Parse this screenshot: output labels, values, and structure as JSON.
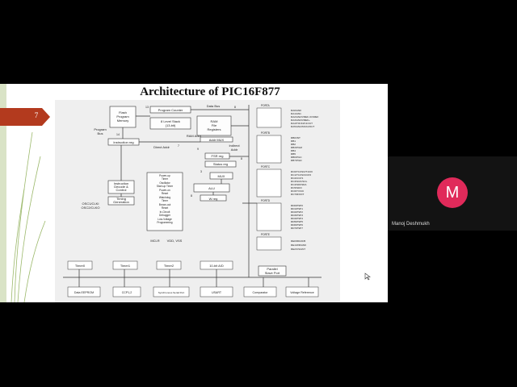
{
  "slide": {
    "number": "7",
    "title": "Architecture of PIC16F877"
  },
  "participant": {
    "initial": "M",
    "name": "Manoj Deshmukh",
    "avatar_color": "#e02a5a"
  },
  "theme": {
    "tab_color": "#b33a1e",
    "strip_color": "#d9e3c6"
  },
  "diagram": {
    "core": {
      "flash": [
        "Flash",
        "Program",
        "Memory"
      ],
      "program_counter": "Program Counter",
      "stack": [
        "8 Level Stack",
        "(13-bit)"
      ],
      "ram": [
        "RAM",
        "File",
        "Registers"
      ],
      "data_bus": "Data Bus",
      "program_bus": [
        "Program",
        "Bus"
      ],
      "instruction_reg": "Instruction reg",
      "direct_addr": "Direct Addr",
      "ram_addr": "RAM Addr",
      "addr_mux": "Addr MUX",
      "indirect_addr": [
        "Indirect",
        "Addr"
      ],
      "fsr_reg": "FSR reg",
      "status_reg": "Status reg",
      "mux": "MUX",
      "alu": "ALU",
      "w_reg": "W reg",
      "instruction_decode": [
        "Instruction",
        "Decode &",
        "Control"
      ],
      "timing_generation": [
        "Timing",
        "Generation"
      ],
      "osc": [
        "OSC1/CLKI",
        "OSC2/CLKO"
      ],
      "timers_block": [
        "Power-up",
        "Timer",
        "Oscillator",
        "Start-up Timer",
        "Power-on",
        "Reset",
        "Watchdog",
        "Timer",
        "Brown-out",
        "Reset",
        "In-Circuit",
        "Debugger",
        "Low-Voltage",
        "Programming"
      ],
      "mclr": "MCLR",
      "vdd_vss": "VDD, VSS",
      "bus_widths": [
        "13",
        "8",
        "14",
        "7",
        "8",
        "3",
        "8",
        "9"
      ]
    },
    "ports": [
      {
        "name": "PORTA",
        "pins": [
          "RA0/AN0",
          "RA1/AN1",
          "RA2/AN2/VREF-/CVREF",
          "RA3/AN3/VREF+",
          "RA4/T0CKI/C1OUT",
          "RA5/AN4/SS/C2OUT"
        ]
      },
      {
        "name": "PORTB",
        "pins": [
          "RB0/INT",
          "RB1",
          "RB2",
          "RB3/PGM",
          "RB4",
          "RB5",
          "RB6/PGC",
          "RB7/PGD"
        ]
      },
      {
        "name": "PORTC",
        "pins": [
          "RC0/T1OSO/T1CKI",
          "RC1/T1OSI/CCP2",
          "RC2/CCP1",
          "RC3/SCK/SCL",
          "RC4/SDI/SDA",
          "RC5/SDO",
          "RC6/TX/CK",
          "RC7/RX/DT"
        ]
      },
      {
        "name": "PORTD",
        "pins": [
          "RD0/PSP0",
          "RD1/PSP1",
          "RD2/PSP2",
          "RD3/PSP3",
          "RD4/PSP4",
          "RD5/PSP5",
          "RD6/PSP6",
          "RD7/PSP7"
        ]
      },
      {
        "name": "PORTE",
        "pins": [
          "RE0/RD/AN5",
          "RE1/WR/AN6",
          "RE2/CS/AN7"
        ]
      }
    ],
    "peripherals_top": [
      "Timer0",
      "Timer1",
      "Timer2",
      "10-bit A/D"
    ],
    "parallel_slave_port": [
      "Parallel",
      "Slave Port"
    ],
    "peripherals_bottom": [
      "Data EEPROM",
      "CCP1,2",
      "Synchronous Serial Port",
      "USART",
      "Comparator",
      "Voltage Reference"
    ]
  }
}
